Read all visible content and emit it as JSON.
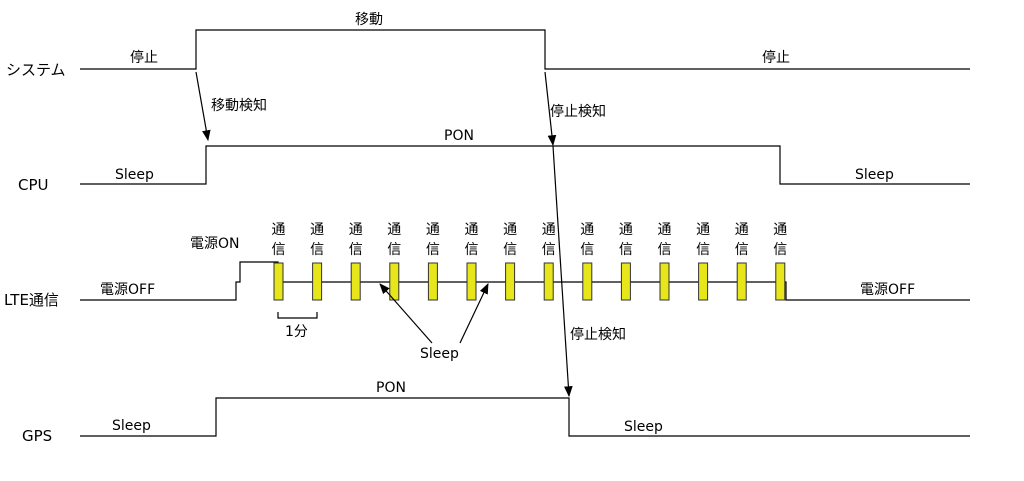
{
  "rows": {
    "system": "システム",
    "cpu": "CPU",
    "lte": "LTE通信",
    "gps": "GPS"
  },
  "system": {
    "stop_left": "停止",
    "moving": "移動",
    "stop_right": "停止",
    "move_detect": "移動検知",
    "stop_detect": "停止検知"
  },
  "cpu": {
    "sleep_left": "Sleep",
    "pon": "PON",
    "sleep_right": "Sleep"
  },
  "lte": {
    "power_off_left": "電源OFF",
    "power_on": "電源ON",
    "power_off_right": "電源OFF",
    "comm_top": "通",
    "comm_bottom": "信",
    "comm_count": 14,
    "interval": "1分",
    "sleep": "Sleep",
    "stop_detect": "停止検知"
  },
  "gps": {
    "sleep_left": "Sleep",
    "pon": "PON",
    "sleep_right": "Sleep"
  }
}
